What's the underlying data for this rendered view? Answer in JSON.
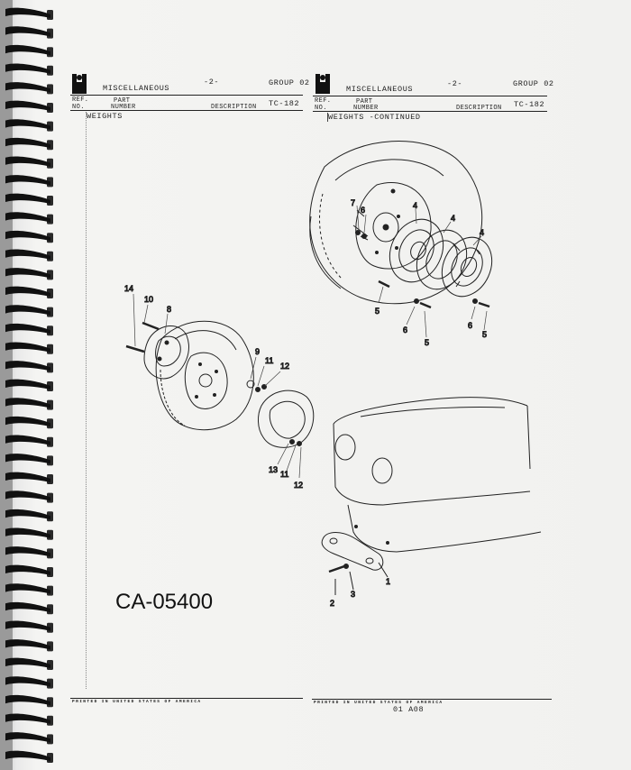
{
  "left_page": {
    "section": "MISCELLANEOUS",
    "page_no": "-2-",
    "group": "GROUP 02",
    "model": "TC-182",
    "col_ref_1": "REF.",
    "col_ref_2": "NO.",
    "col_part_1": "PART",
    "col_part_2": "NUMBER",
    "col_desc": "DESCRIPTION",
    "subtitle": "WEIGHTS",
    "footer": "PRINTED IN UNITED STATES OF AMERICA"
  },
  "right_page": {
    "section": "MISCELLANEOUS",
    "page_no": "-2-",
    "group": "GROUP 02",
    "model": "TC-182",
    "col_ref_1": "REF.",
    "col_ref_2": "NO.",
    "col_part_1": "PART",
    "col_part_2": "NUMBER",
    "col_desc": "DESCRIPTION",
    "subtitle": "WEIGHTS -CONTINUED",
    "footer": "PRINTED IN UNITED STATES OF AMERICA",
    "page_code": "01 A08"
  },
  "figure_code": "CA-05400",
  "callouts": {
    "c14": "14",
    "c10": "10",
    "c8": "8",
    "c9": "9",
    "c11a": "11",
    "c12a": "12",
    "c13": "13",
    "c11b": "11",
    "c12b": "12",
    "c7": "7",
    "c6a": "6",
    "c4a": "4",
    "c4b": "4",
    "c4c": "4",
    "c5a": "5",
    "c6b": "6",
    "c5b": "5",
    "c6c": "6",
    "c5c": "5",
    "c1": "1",
    "c2": "2",
    "c3": "3"
  }
}
